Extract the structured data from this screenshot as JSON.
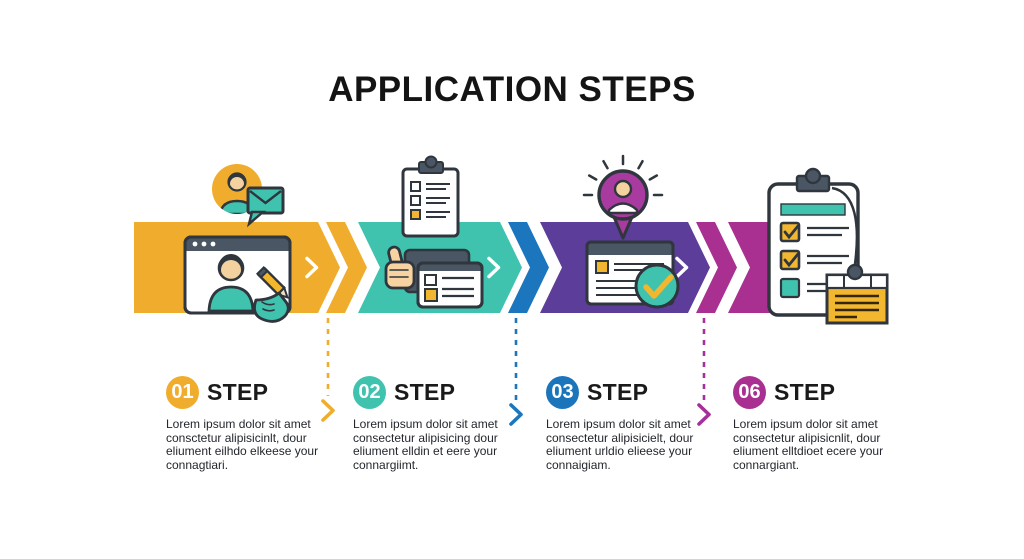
{
  "title": "APPLICATION STEPS",
  "colors": {
    "band1": "#F0AD2D",
    "band2": "#3FC3AF",
    "band3": "#5C3D99",
    "band4": "#A93090",
    "stripe1": "#F0AD2D",
    "stripe2": "#1B76BE",
    "stripe3": "#A93090",
    "connector1": "#F0AD2D",
    "connector2": "#1B76BE",
    "connector3": "#A5309B",
    "outline": "#2F363D",
    "panel_gray": "#4A5663",
    "accent_yellow": "#F2B72E",
    "accent_teal": "#3FC3AF",
    "pin_magenta": "#A93BA0",
    "skin": "#F3D2A0"
  },
  "steps": [
    {
      "number": "01",
      "label": "STEP",
      "description": "Lorem ipsum dolor sit amet consctetur alipisicinlt, dour eliument eilhdo elkeese your connagtiari.",
      "color": "#F0AD2D",
      "icon": "profile-form-icon"
    },
    {
      "number": "02",
      "label": "STEP",
      "description": "Lorem ipsum dolor sit amet consectetur alipisicing dour eliument elldin et eere your connargiimt.",
      "color": "#3FC3AF",
      "icon": "documents-thumbs-up-icon"
    },
    {
      "number": "03",
      "label": "STEP",
      "description": "Lorem ipsum dolor sit amet consectetur alipisicielt, dour eliument urldio elieese your connaigiam.",
      "color": "#1B75BB",
      "icon": "approved-window-icon"
    },
    {
      "number": "06",
      "label": "STEP",
      "description": "Lorem ipsum dolor sit amet consectetur alipisicnlit, dour eliument elltdioet ecere your connargiant.",
      "color": "#A93090",
      "icon": "checklist-report-icon"
    }
  ]
}
